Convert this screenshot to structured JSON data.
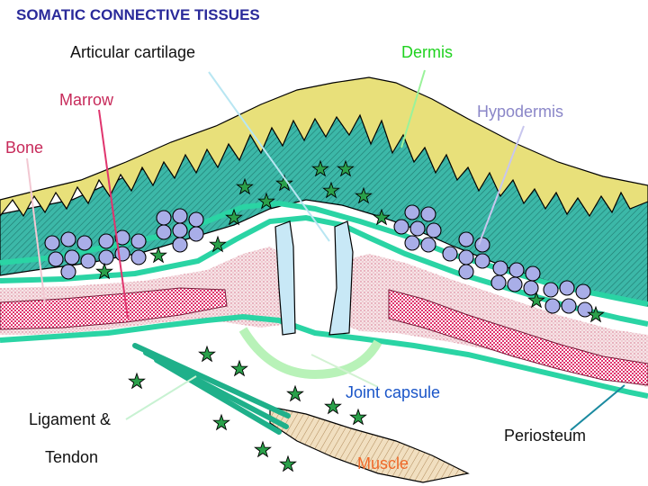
{
  "title": "SOMATIC CONNECTIVE TISSUES",
  "labels": {
    "articular_cartilage": "Articular  cartilage",
    "dermis": "Dermis",
    "marrow": "Marrow",
    "hypodermis": "Hypodermis",
    "bone": "Bone",
    "joint_capsule": "Joint capsule",
    "ligament": "Ligament &",
    "tendon": "Tendon",
    "periosteum": "Periosteum",
    "muscle": "Muscle"
  },
  "colors": {
    "title": "#2a2a9a",
    "dermis": "#1fd21f",
    "marrow": "#c72a5a",
    "hypodermis": "#8a86c8",
    "bone": "#c72a5a",
    "joint_capsule": "#1a55c8",
    "muscle": "#f06a2a",
    "epidermis_fill": "#e8e07a",
    "dermis_fill": "#3cb8a8",
    "membrane": "#2ad4a4",
    "marrow_fill": "#e0356e",
    "cartilage_fill": "#c8e8f6",
    "fat_cell": "#a9aee8",
    "fibroblast": "#2aa04a"
  },
  "icons": {
    "fat_cell": "circle",
    "fibroblast": "star"
  }
}
